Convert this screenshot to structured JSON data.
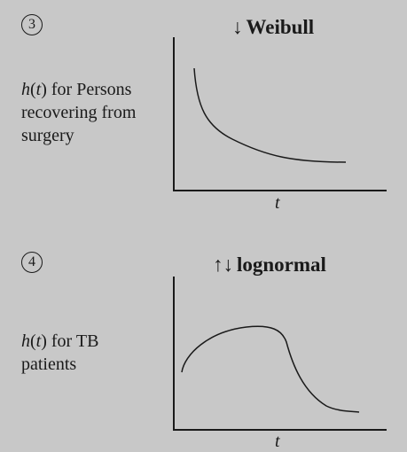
{
  "panels": [
    {
      "number": "3",
      "arrows": "↓",
      "distribution": "Weibull",
      "label_line1": "h(t) for Persons",
      "label_line2": "recovering from",
      "label_line3": "surgery",
      "axis_t": "t"
    },
    {
      "number": "4",
      "arrows": "↑↓",
      "distribution": "lognormal",
      "label_line1": "h(t) for TB",
      "label_line2": "patients",
      "axis_t": "t"
    }
  ]
}
